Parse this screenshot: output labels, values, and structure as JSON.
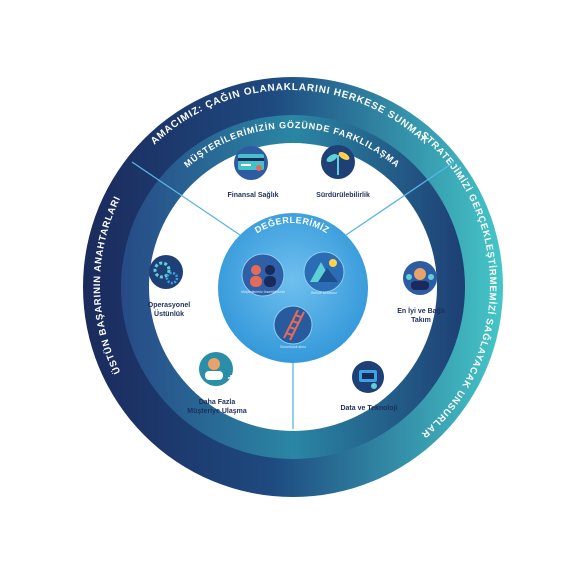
{
  "outer_ring": {
    "top_text": "AMACIMIZ: ÇAĞIN OLANAKLARINI HERKESE SUNMAK",
    "right_text": "STRATEJİMİZİ GERÇEKLEŞTİRMEMİZİ SAĞLAYACAK UNSURLAR",
    "left_text": "ÜSTÜN BAŞARININ ANAHTARLARI"
  },
  "middle_ring": {
    "top_text": "MÜŞTERİLERİMİZİN GÖZÜNDE FARKLILAŞMA"
  },
  "center": {
    "title": "DEĞERLERİMİZ",
    "values": [
      {
        "icon": "people-icon",
        "caption": "Müşterilerimiz önceliğimizdir"
      },
      {
        "icon": "mountain-icon",
        "caption": "Birlikte kazanırız"
      },
      {
        "icon": "ladder-icon",
        "caption": "Sorumluluk alırız"
      }
    ]
  },
  "segments": {
    "finansal_saglik": {
      "label": "Finansal Sağlık",
      "icon": "finance-card-icon"
    },
    "surdurulebilirlik": {
      "label": "Sürdürülebilirlik",
      "icon": "sustainability-plant-icon"
    },
    "en_iyi_takim": {
      "label_1": "En İyi ve Bağlı",
      "label_2": "Takım",
      "icon": "team-icon"
    },
    "data_teknoloji": {
      "label": "Data ve Teknoloji",
      "icon": "technology-icon"
    },
    "musteriye_ulasma": {
      "label_1": "Daha Fazla",
      "label_2": "Müşteriye Ulaşma",
      "icon": "customer-reach-icon"
    },
    "operasyonel": {
      "label_1": "Operasyonel",
      "label_2": "Üstünlük",
      "icon": "operations-gear-icon"
    }
  },
  "colors": {
    "navy": "#1b2a5c",
    "blue": "#1f4f8f",
    "teal": "#2aa6b5",
    "light_teal": "#43c4c7",
    "center_blue": "#3aa3e0",
    "center_light": "#6fc0ee",
    "divider": "#56b6e6"
  }
}
